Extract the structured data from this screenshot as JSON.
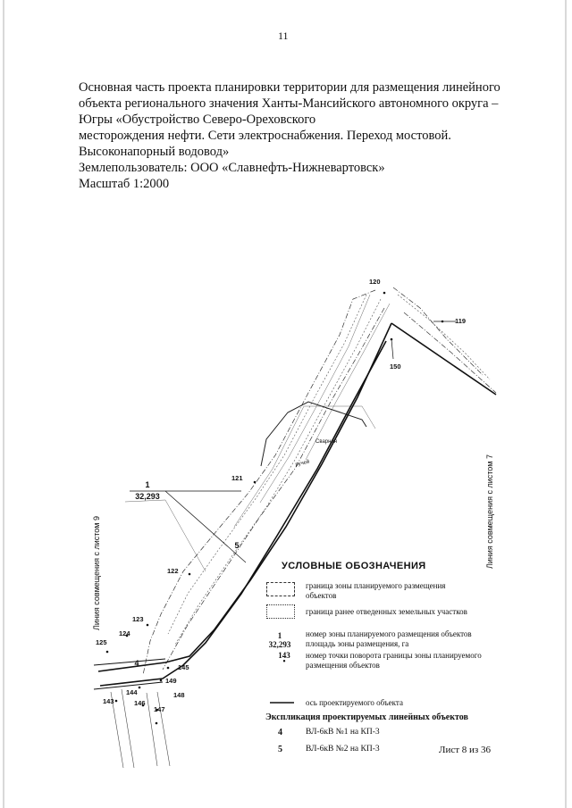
{
  "page_number": "11",
  "title_lines": [
    "Основная часть проекта планировки территории  для размещения линейного",
    "объекта регионального значения Ханты-Мансийского автономного округа –",
    "Югры «Обустройство Северо-Ореховского",
    "месторождения нефти. Сети электроснабжения. Переход мостовой.",
    "Высоконапорный водовод»"
  ],
  "land_user": "Землепользователь: ООО «Славнефть-Нижневартовск»",
  "scale": "Масштаб 1:2000",
  "map": {
    "left_margin_label": "Линия совмещения с листом 9",
    "right_margin_label": "Линия совмещения с листом 7",
    "zone_number": "1",
    "zone_area": "32,293",
    "line_numbers": [
      "4",
      "5"
    ],
    "point_labels": [
      {
        "id": "p120",
        "text": "120"
      },
      {
        "id": "p119",
        "text": "119"
      },
      {
        "id": "p150",
        "text": "150"
      },
      {
        "id": "p121",
        "text": "121"
      },
      {
        "id": "p122",
        "text": "122"
      },
      {
        "id": "p123",
        "text": "123"
      },
      {
        "id": "p124",
        "text": "124"
      },
      {
        "id": "p125",
        "text": "125"
      },
      {
        "id": "p145",
        "text": "145"
      },
      {
        "id": "p149",
        "text": "149"
      },
      {
        "id": "p144",
        "text": "144"
      },
      {
        "id": "p146",
        "text": "146"
      },
      {
        "id": "p148",
        "text": "148"
      },
      {
        "id": "p143",
        "text": "143"
      },
      {
        "id": "p147",
        "text": "147"
      }
    ],
    "small_notes": [
      "Сварная",
      "ручей"
    ]
  },
  "legend": {
    "title": "УСЛОВНЫЕ ОБОЗНАЧЕНИЯ",
    "items": [
      {
        "text_lines": [
          "граница зоны планируемого размещения",
          "объектов"
        ]
      },
      {
        "text_lines": [
          "граница ранее отведенных земельных участков"
        ]
      },
      {
        "code_top": "1",
        "code_bottom": "32,293",
        "text_lines": [
          "номер зоны планируемого размещения объектов",
          "площадь зоны размещения, га"
        ]
      },
      {
        "code_top": "143",
        "text_lines": [
          "номер точки поворота границы зоны планируемого",
          "размещения объектов"
        ]
      },
      {
        "text_lines": [
          "ось проектируемого объекта"
        ]
      }
    ]
  },
  "explication": {
    "title": "Экспликация проектируемых линейных объектов",
    "rows": [
      {
        "num": "4",
        "text": "ВЛ-6кВ №1 на КП-3"
      },
      {
        "num": "5",
        "text": "ВЛ-6кВ №2 на КП-3"
      }
    ]
  },
  "sheet_label": "Лист 8 из 36"
}
